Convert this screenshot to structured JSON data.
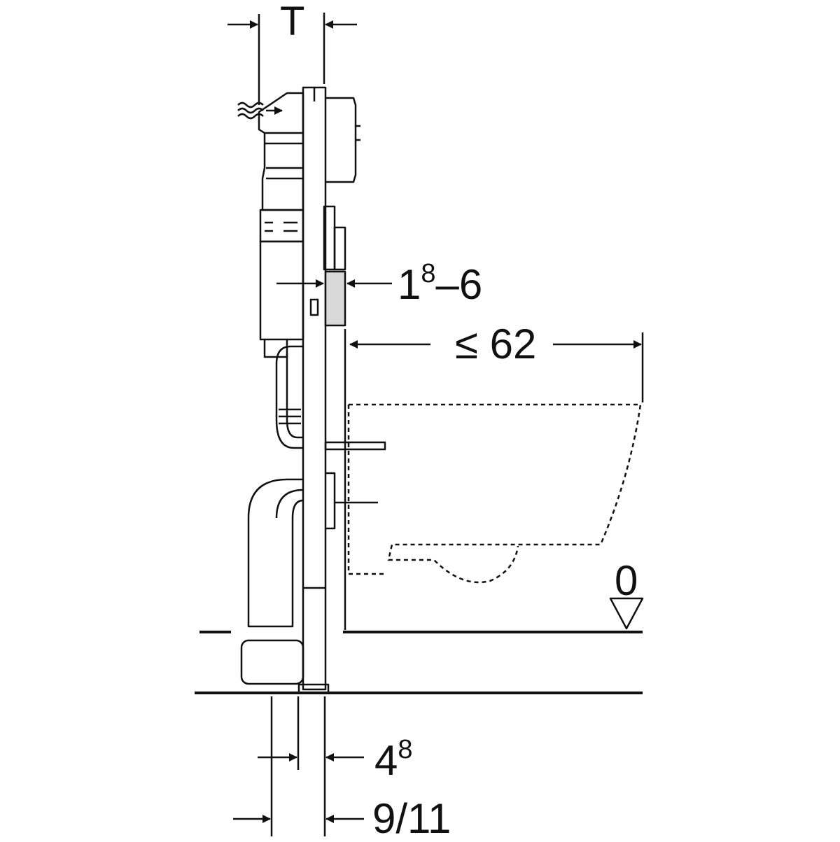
{
  "dimensions": {
    "depth_label": "T",
    "wall_thickness": {
      "base": "1",
      "sup": "8",
      "suffix": "–6"
    },
    "max_projection": "≤ 62",
    "floor_level": "0",
    "rail_offset": {
      "base": "4",
      "sup": "8"
    },
    "pipe_offset": "9/11"
  },
  "colors": {
    "line": "#111111",
    "wall_fill": "#d9d9d9",
    "background": "#ffffff"
  }
}
